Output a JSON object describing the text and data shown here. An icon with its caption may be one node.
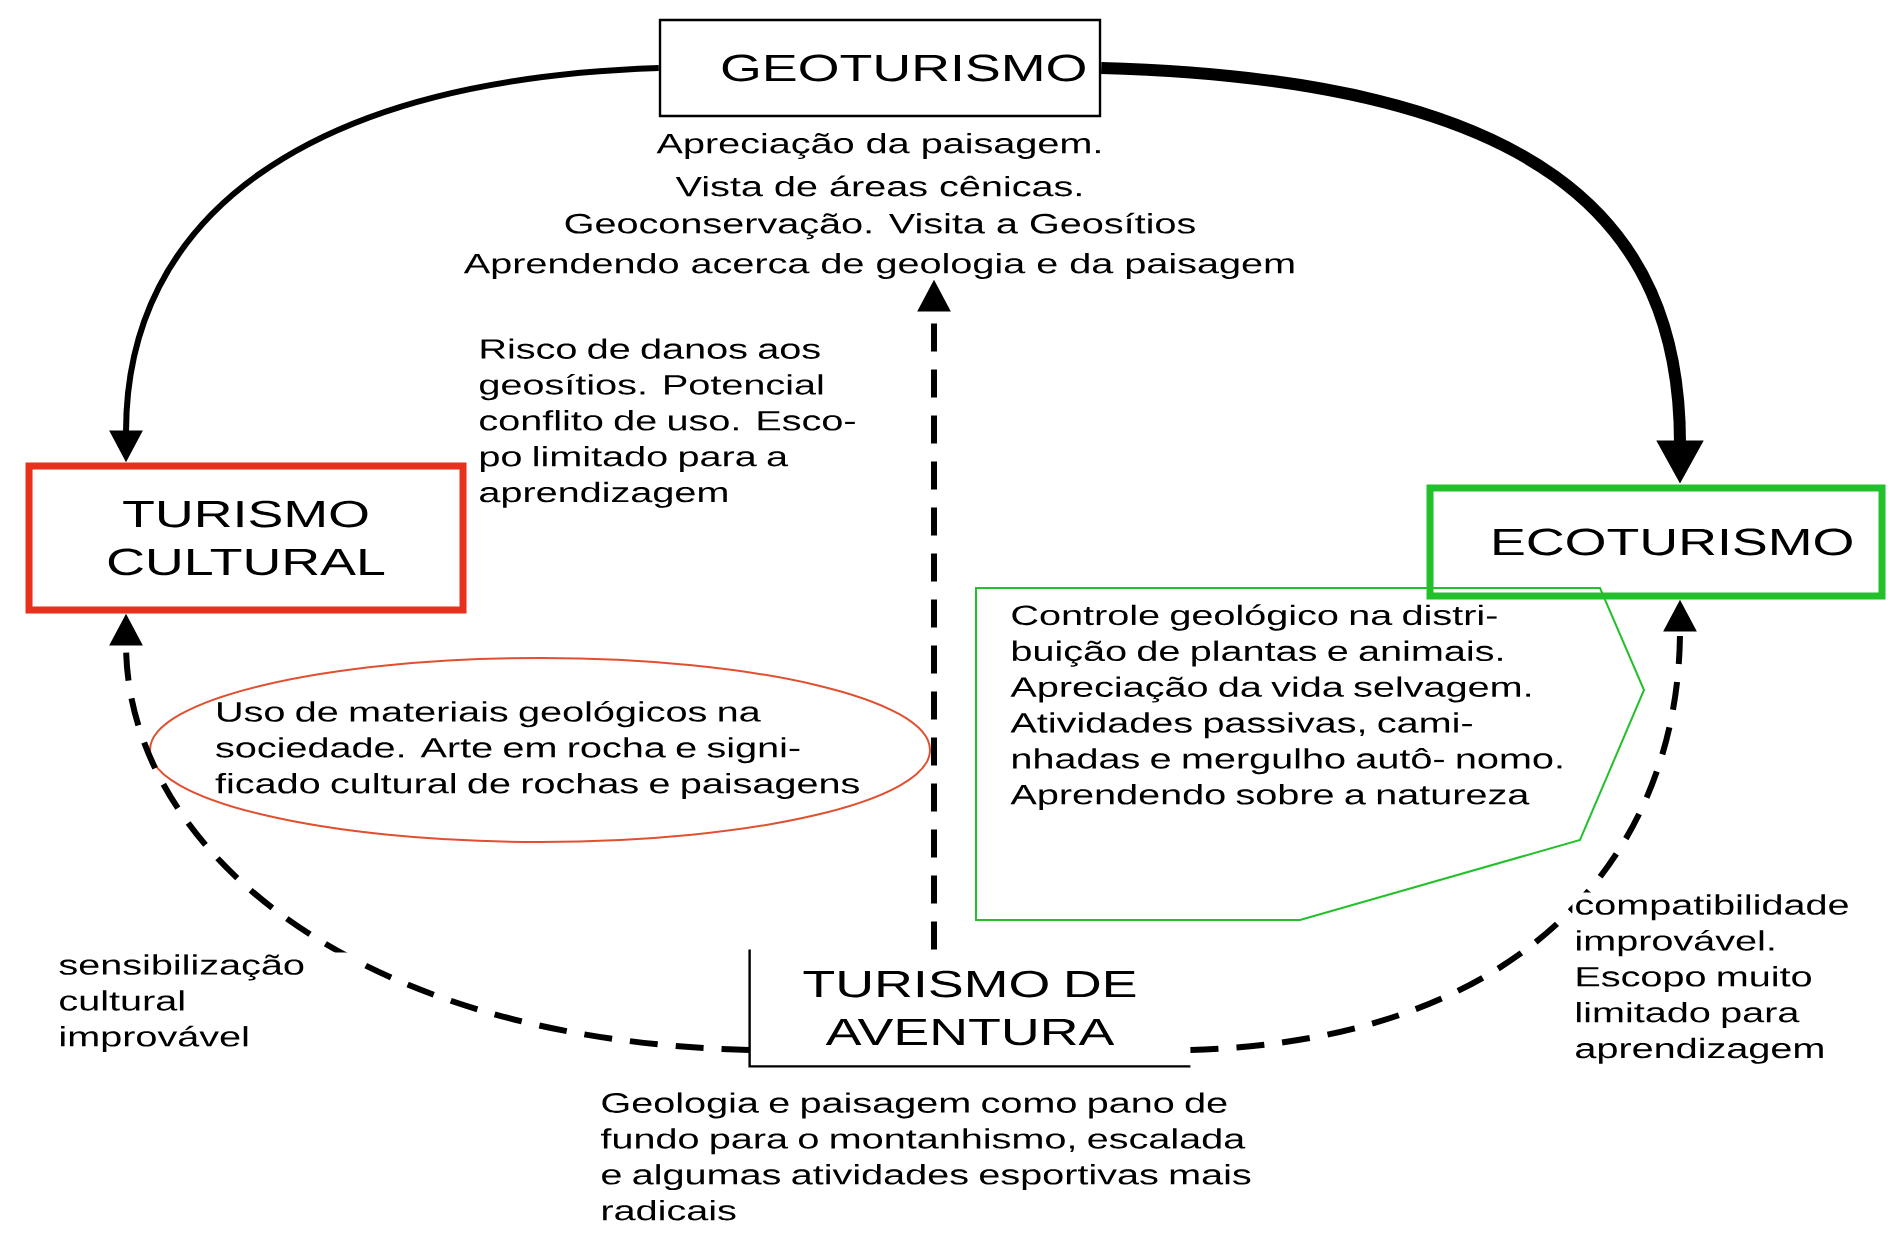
{
  "diagram": {
    "nodes": [
      {
        "text": [
          "GEOTURISMO"
        ],
        "beside": [
          "Apreciação da paisagem.",
          "Vista de áreas cênicas.",
          "Geoconservação. Visita a Geosítios",
          "Aprendendo acerca de geologia e da paisagem"
        ]
      },
      {
        "text": [
          "TURISMO CULTURAL"
        ]
      },
      {
        "text": [
          "ECOTURISMO"
        ]
      },
      {
        "text": [
          "TURISMO DE AVENTURA"
        ],
        "beside": [
          "Geologia e paisagem como pano de fundo para o montanhismo, escalada e algumas atividades esportivas mais radicais"
        ]
      },
      {
        "text": [
          "Uso de materiais geológicos na sociedade. Arte em rocha e signi- ficado cultural de rochas e paisagens"
        ]
      },
      {
        "text": [
          "Controle geológico na distri- buição de plantas e animais.",
          "Apreciação da vida selvagem.",
          "Atividades passivas, cami- nhadas e mergulho autô- nomo.",
          "Aprendendo sobre a natureza"
        ]
      }
    ],
    "edges": [
      {
        "from": 0,
        "to": 1,
        "arrow": "to"
      },
      {
        "from": 0,
        "to": 2,
        "arrow": "to",
        "style": "thick"
      },
      {
        "from": 3,
        "to": 1,
        "arrow": "to",
        "style": "dashed",
        "label": "sensibilização cultural improvável"
      },
      {
        "from": 3,
        "to": 2,
        "arrow": "to",
        "style": "dashed",
        "label": "compatibilidade improvável. Escopo muito limitado para aprendizagem"
      },
      {
        "from": 3,
        "to": 0,
        "arrow": "to",
        "style": "dashed",
        "label": "Risco de danos aos geosítios. Potencial conflito de uso. Esco- po limitado para a aprendizagem"
      }
    ]
  }
}
